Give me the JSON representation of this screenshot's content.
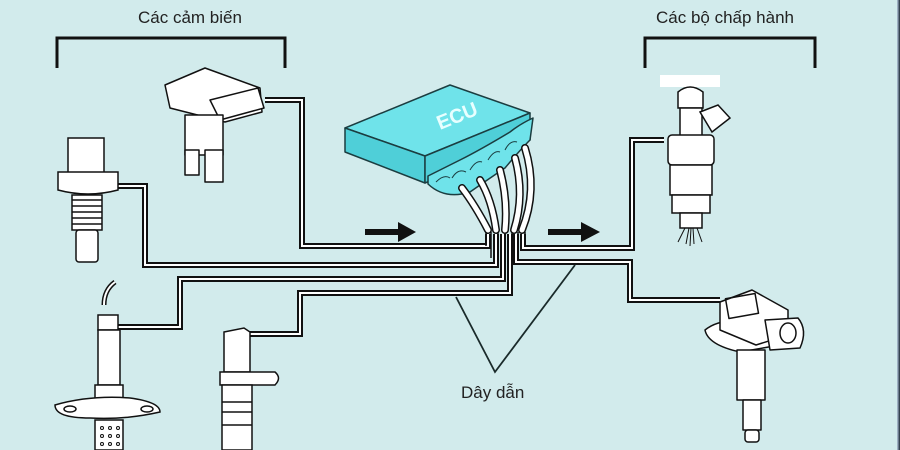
{
  "diagram": {
    "title_sensors": "Các cảm biến",
    "title_actuators": "Các bộ chấp hành",
    "ecu_label": "ECU",
    "wires_label": "Dây dẫn",
    "colors": {
      "background": "#d2ebec",
      "ecu_fill": "#6fe3ea",
      "ecu_side": "#4fcfd8",
      "line": "#111111",
      "part_fill": "#ffffff"
    },
    "sensors": [
      {
        "name": "air-flow-meter"
      },
      {
        "name": "coolant-temperature-sensor"
      },
      {
        "name": "oxygen-sensor"
      },
      {
        "name": "crankshaft-position-sensor"
      }
    ],
    "actuators": [
      {
        "name": "fuel-injector"
      },
      {
        "name": "ignition-coil"
      }
    ],
    "flow": [
      "sensors-to-ecu",
      "ecu-to-actuators"
    ]
  }
}
